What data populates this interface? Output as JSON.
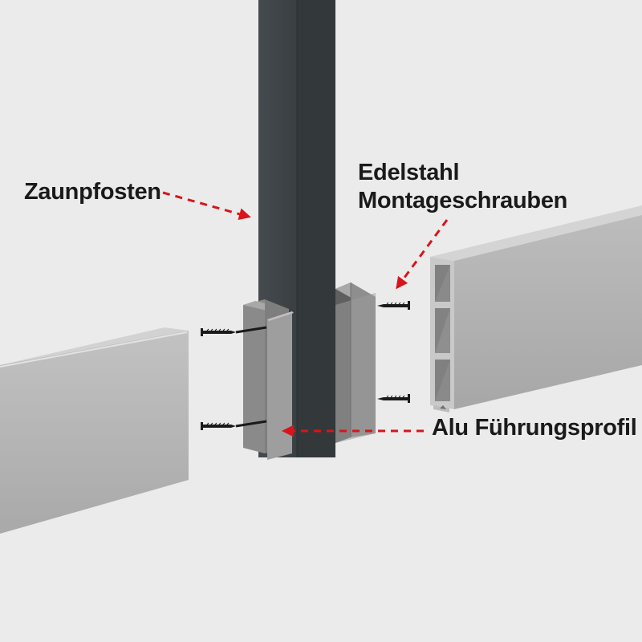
{
  "labels": {
    "post": "Zaunpfosten",
    "screws_line1": "Edelstahl",
    "screws_line2": "Montageschrauben",
    "profile": "Alu Führungsprofil"
  },
  "colors": {
    "background": "#ebebeb",
    "post_front": "#3f4448",
    "post_side": "#33383b",
    "panel": "#b5b5b5",
    "profile": "#9a9a9a",
    "arrow": "#d9141b",
    "screw": "#1a1a1a"
  },
  "icons": [
    "fence-post-illustration",
    "aluminium-profile-illustration",
    "screw-icon",
    "fence-board-illustration"
  ]
}
